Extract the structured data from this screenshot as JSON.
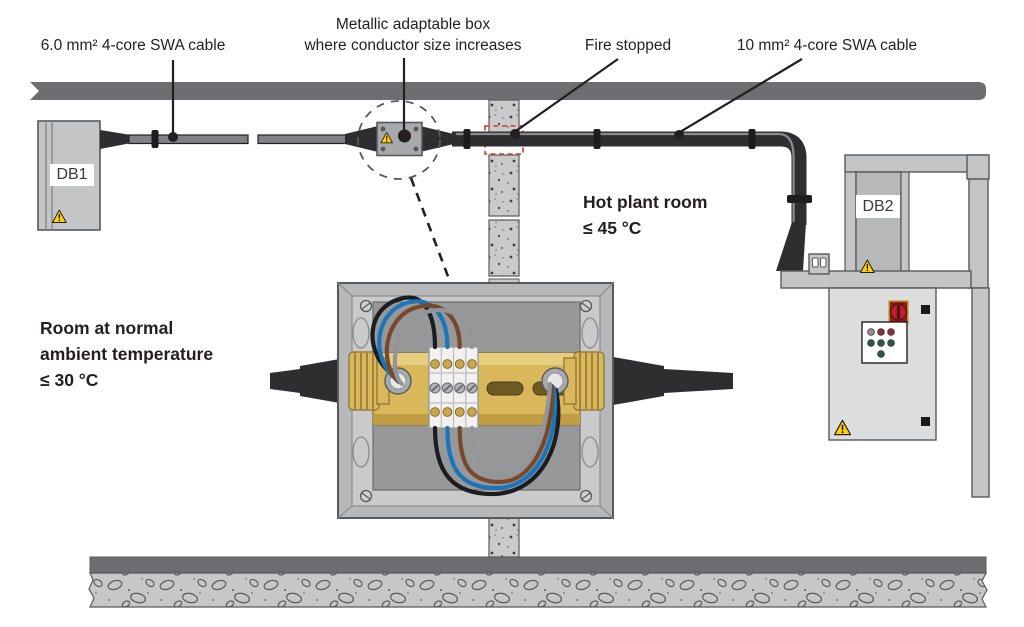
{
  "annotations": {
    "cable_left": "6.0 mm² 4-core SWA cable",
    "adaptable_box_line1": "Metallic adaptable box",
    "adaptable_box_line2": "where conductor size increases",
    "fire_stopped": "Fire stopped",
    "cable_right": "10 mm² 4-core SWA cable",
    "hot_room_line1": "Hot plant room",
    "hot_room_line2": "≤ 45 °C",
    "ambient_room_line1": "Room at normal",
    "ambient_room_line2": "ambient temperature",
    "ambient_room_line3": "≤ 30 °C"
  },
  "equipment": {
    "db1_label": "DB1",
    "db2_label": "DB2"
  },
  "colors": {
    "text": "#231f20",
    "warning_yellow": "#ffd400",
    "fire_stop_red": "#d0543c",
    "cable_black": "#2e2d2f",
    "wire_blue": "#1b75bb",
    "wire_brown": "#77492a",
    "wire_black": "#1d1d1f",
    "wire_gray": "#939598",
    "brass": "#d9b85c",
    "switch_red": "#be1e2d"
  }
}
